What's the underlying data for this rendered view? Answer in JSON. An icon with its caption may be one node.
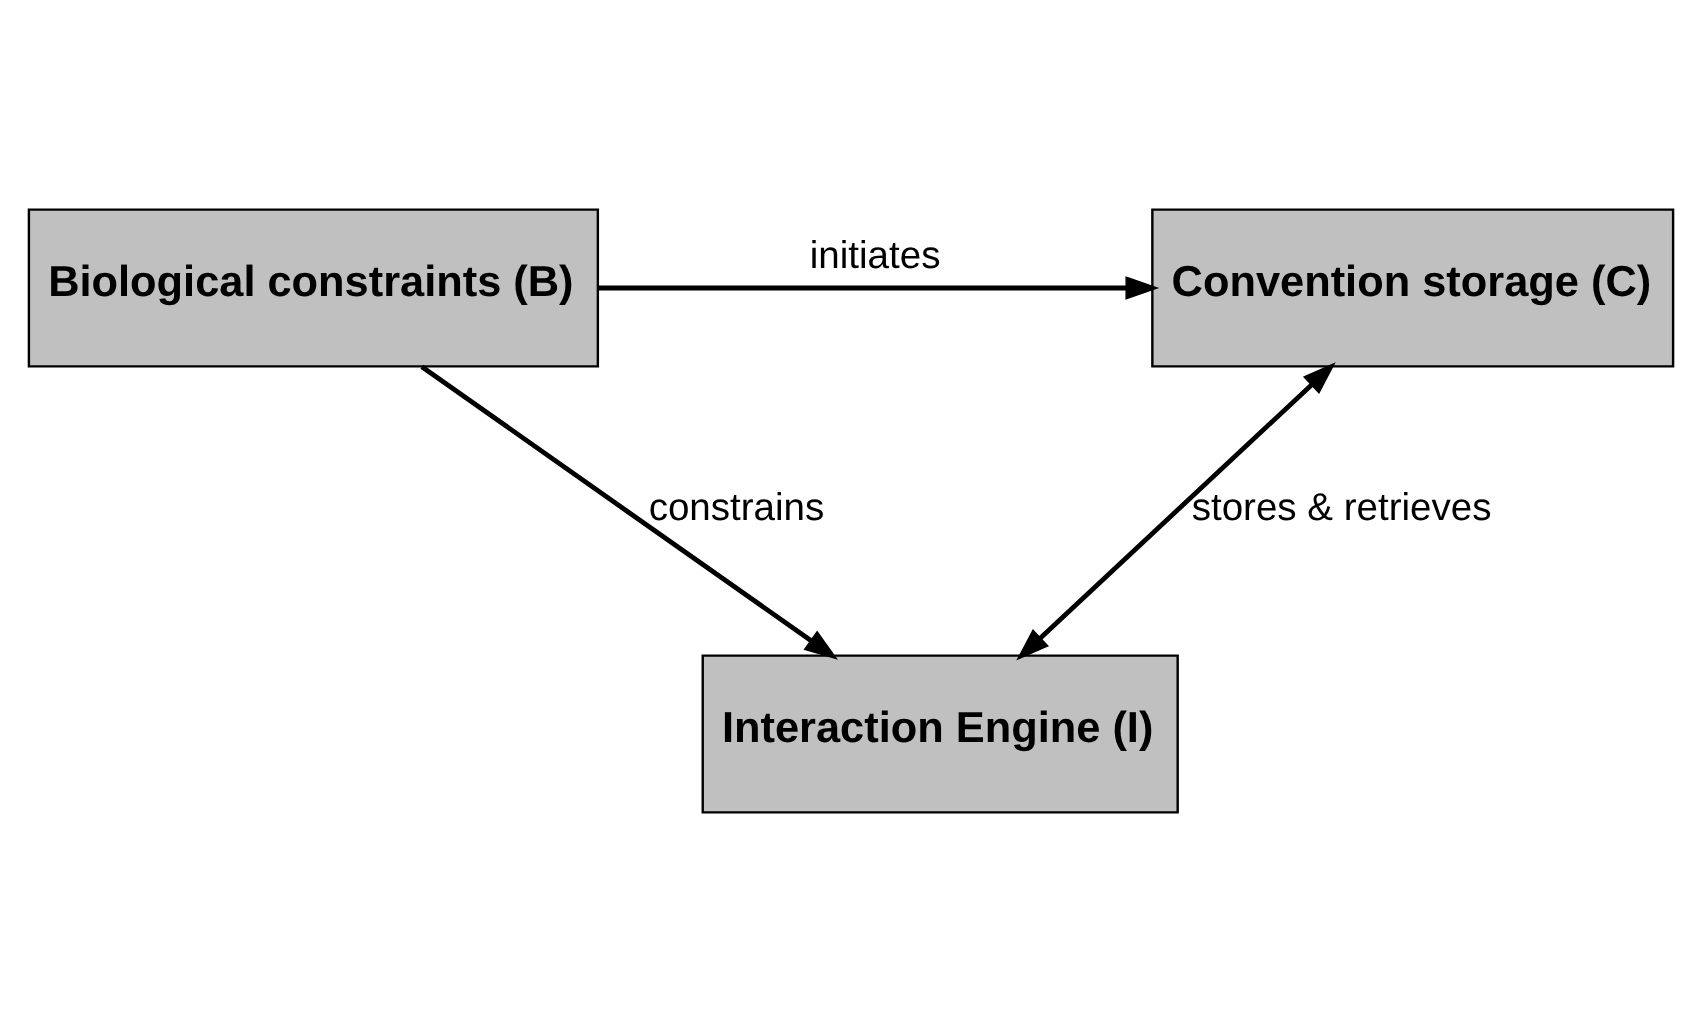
{
  "diagram": {
    "nodes": [
      {
        "text": [
          "Interaction Engine (I)"
        ]
      },
      {
        "text": [
          "Convention storage (C)"
        ]
      },
      {
        "text": [
          "Biological constraints (B)"
        ]
      }
    ],
    "edges": [
      {
        "from": 1,
        "to": 0,
        "arrow": "both",
        "label": "stores & retrieves"
      },
      {
        "from": 2,
        "to": 0,
        "arrow": "to",
        "label": "constrains"
      },
      {
        "from": 2,
        "to": 1,
        "arrow": "to",
        "label": "initiates"
      }
    ]
  }
}
